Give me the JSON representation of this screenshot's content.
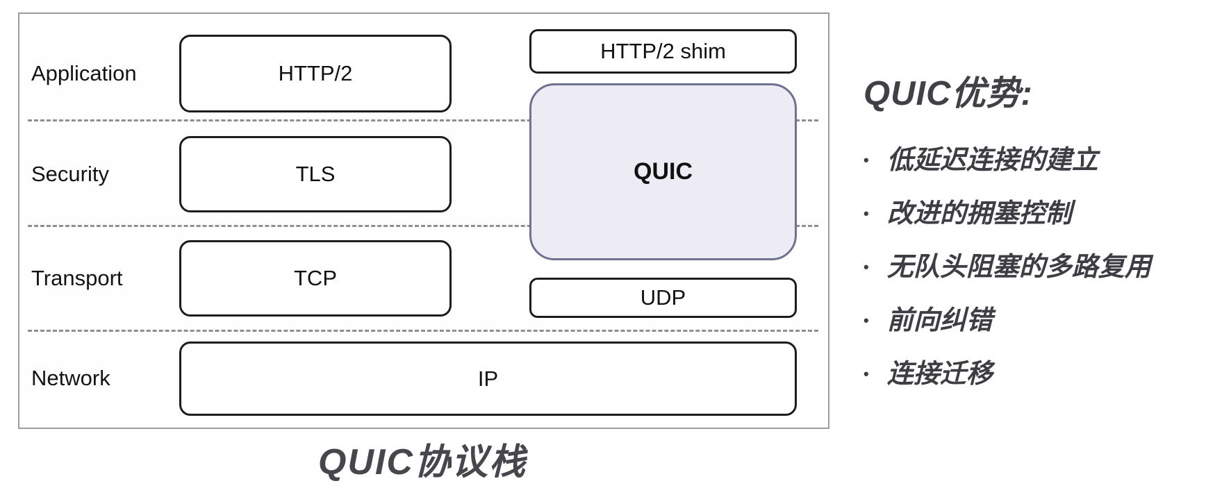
{
  "figure": {
    "caption": "QUIC协议栈"
  },
  "stack": {
    "layers": [
      {
        "label": "Application"
      },
      {
        "label": "Security"
      },
      {
        "label": "Transport"
      },
      {
        "label": "Network"
      }
    ],
    "boxes": {
      "http2": "HTTP/2",
      "tls": "TLS",
      "tcp": "TCP",
      "ip": "IP",
      "http2_shim": "HTTP/2 shim",
      "quic": "QUIC",
      "udp": "UDP"
    },
    "colors": {
      "quic_fill": "#EDECF5",
      "quic_border": "#6E7290",
      "box_border": "#1C1C1C",
      "outer_border": "#9B9B9B",
      "separator_line": "#8F8F8F"
    }
  },
  "advantages": {
    "heading": "QUIC优势:",
    "bullet": "•",
    "items": [
      "低延迟连接的建立",
      "改进的拥塞控制",
      "无队头阻塞的多路复用",
      "前向纠错",
      "连接迁移"
    ]
  }
}
